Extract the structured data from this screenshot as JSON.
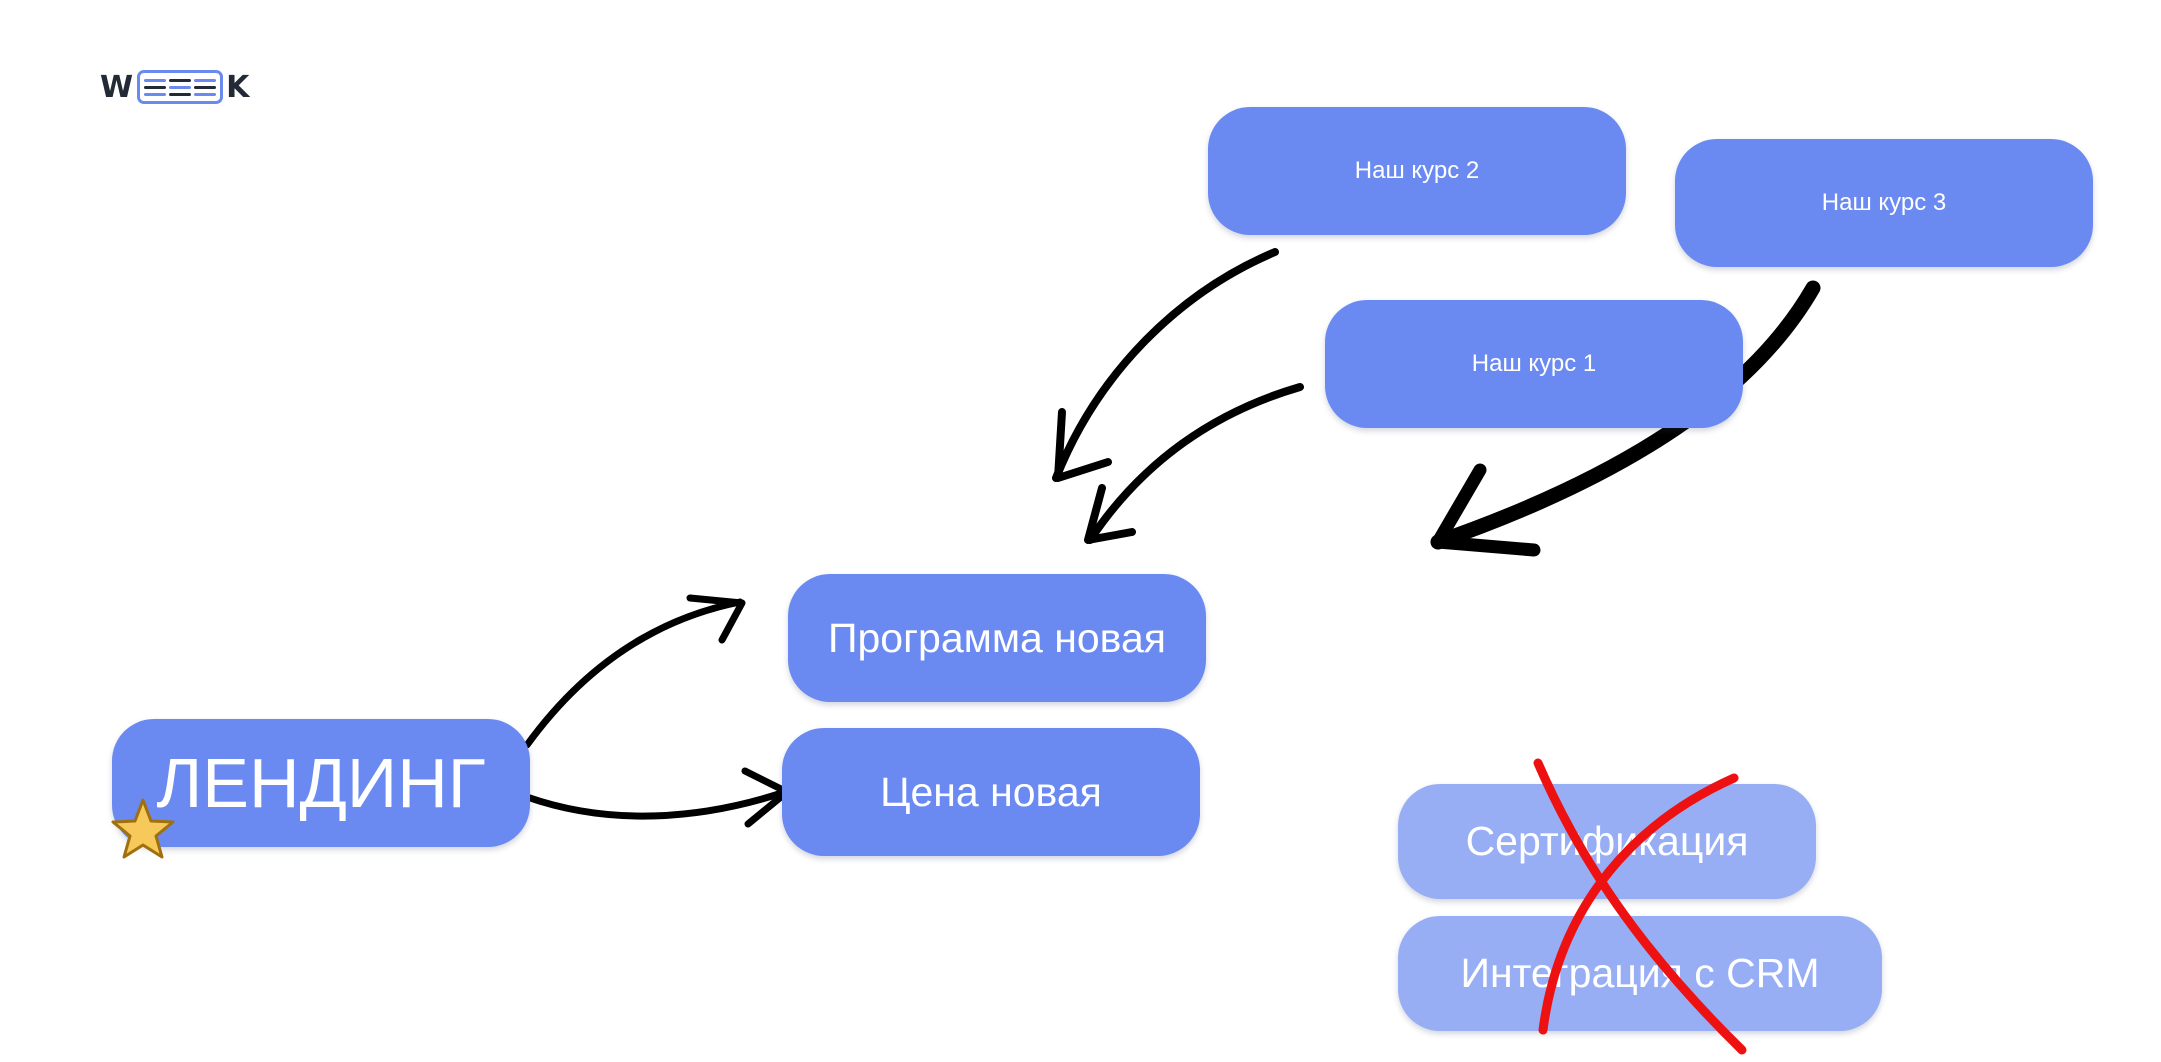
{
  "logo": {
    "text_left": "W",
    "text_right": "K",
    "accent": "#6b8af0"
  },
  "nodes": {
    "landing": "ЛЕНДИНГ",
    "program_new": "Программа новая",
    "price_new": "Цена новая",
    "course_1": "Наш курс 1",
    "course_2": "Наш курс 2",
    "course_3": "Наш курс 3",
    "certification": "Сертификация",
    "crm_integration": "Интеграция с CRM"
  },
  "icons": {
    "star": "star-icon",
    "cross": "cross-out-icon"
  },
  "colors": {
    "node": "#6a8af1",
    "node_faded": "#97aef5",
    "arrow": "#000000",
    "cross": "#ee1111",
    "star": "#f7c85a"
  }
}
